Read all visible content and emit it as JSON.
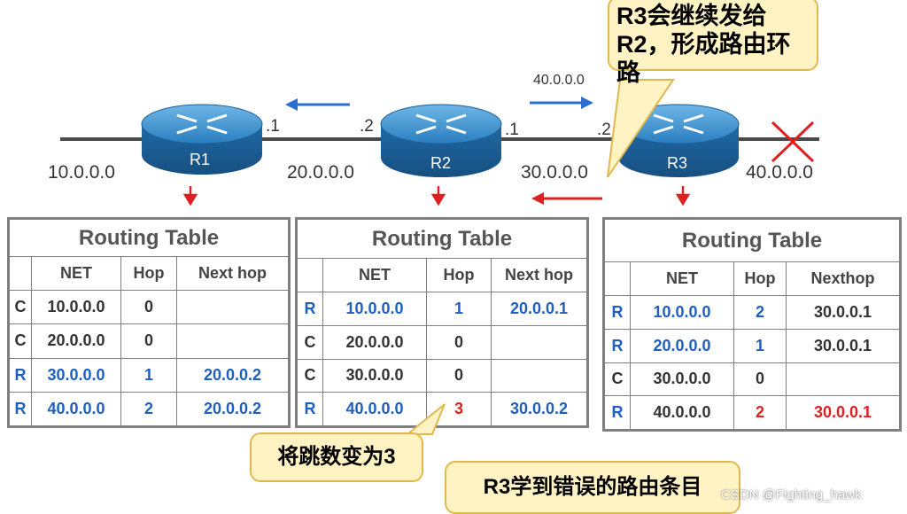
{
  "networks": [
    "10.0.0.0",
    "20.0.0.0",
    "30.0.0.0",
    "40.0.0.0"
  ],
  "top_net_label": "40.0.0.0",
  "interfaces": {
    "r1_right": ".1",
    "r2_left": ".2",
    "r2_right": ".1",
    "r3_left": ".2"
  },
  "routers": [
    "R1",
    "R2",
    "R3"
  ],
  "tables": [
    {
      "title": "Routing Table",
      "headers": [
        "NET",
        "Hop",
        "Next hop"
      ],
      "rows": [
        {
          "type": "C",
          "net": "10.0.0.0",
          "hop": "0",
          "next": ""
        },
        {
          "type": "C",
          "net": "20.0.0.0",
          "hop": "0",
          "next": ""
        },
        {
          "type": "R",
          "net": "30.0.0.0",
          "hop": "1",
          "next": "20.0.0.2"
        },
        {
          "type": "R",
          "net": "40.0.0.0",
          "hop": "2",
          "next": "20.0.0.2"
        }
      ]
    },
    {
      "title": "Routing Table",
      "headers": [
        "NET",
        "Hop",
        "Next hop"
      ],
      "rows": [
        {
          "type": "R",
          "net": "10.0.0.0",
          "hop": "1",
          "next": "20.0.0.1"
        },
        {
          "type": "C",
          "net": "20.0.0.0",
          "hop": "0",
          "next": ""
        },
        {
          "type": "C",
          "net": "30.0.0.0",
          "hop": "0",
          "next": ""
        },
        {
          "type": "R",
          "net": "40.0.0.0",
          "hop": "3",
          "next": "30.0.0.2"
        }
      ]
    },
    {
      "title": "Routing Table",
      "headers": [
        "NET",
        "Hop",
        "Nexthop"
      ],
      "rows": [
        {
          "type": "R",
          "net": "10.0.0.0",
          "hop": "2",
          "next": "30.0.0.1"
        },
        {
          "type": "R",
          "net": "20.0.0.0",
          "hop": "1",
          "next": "30.0.0.1"
        },
        {
          "type": "C",
          "net": "30.0.0.0",
          "hop": "0",
          "next": ""
        },
        {
          "type": "R",
          "net": "40.0.0.0",
          "hop": "2",
          "next": "30.0.0.1"
        }
      ]
    }
  ],
  "callouts": {
    "top": "R3会继续发给R2，形成路由环路",
    "hop": "将跳数变为3",
    "wrong": "R3学到错误的路由条目"
  },
  "watermark": "CSDN @Fighting_hawk",
  "colors": {
    "blue": "#1f5fbf",
    "red": "#e02020",
    "router": "#1e6fa8",
    "callout_bg": "#fff3c4"
  }
}
